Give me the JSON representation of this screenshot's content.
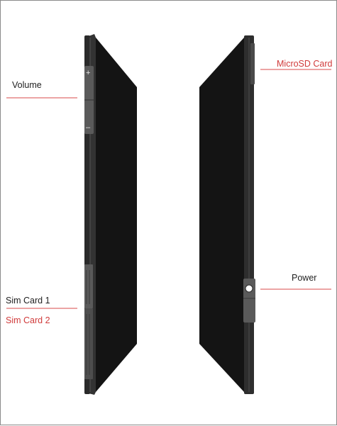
{
  "labels": {
    "volume": "Volume",
    "sim_card_1": "Sim Card 1",
    "sim_card_2": "Sim Card 2",
    "microsd_card": "MicroSD Card",
    "power": "Power"
  },
  "button_glyphs": {
    "volume_up": "+",
    "volume_down": "–"
  },
  "colors": {
    "label_dark": "#1e1e1e",
    "label_red": "#d03a3a",
    "leader_line": "#d94a4a",
    "device_body": "#141414",
    "device_frame": "#3a3a3a",
    "device_button": "#5a5a5a",
    "page_border": "#8a8a8a"
  }
}
